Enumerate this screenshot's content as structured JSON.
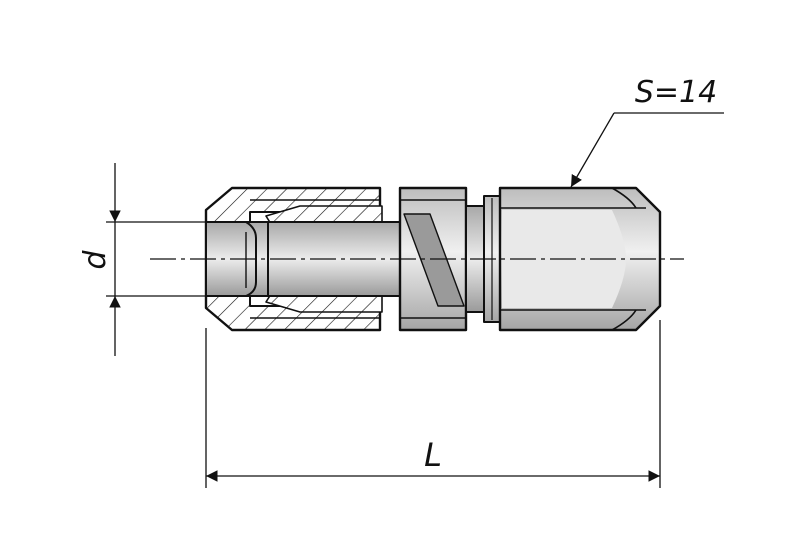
{
  "drawing": {
    "dimension_d": "d",
    "dimension_length": "L",
    "wrench_size": "S=14"
  },
  "colors": {
    "outline": "#111111",
    "fill_light": "#d8d8d8",
    "fill_mid": "#b9b9b9",
    "fill_dark": "#8d8d8d",
    "highlight": "#f4f4f4",
    "background": "#ffffff"
  }
}
